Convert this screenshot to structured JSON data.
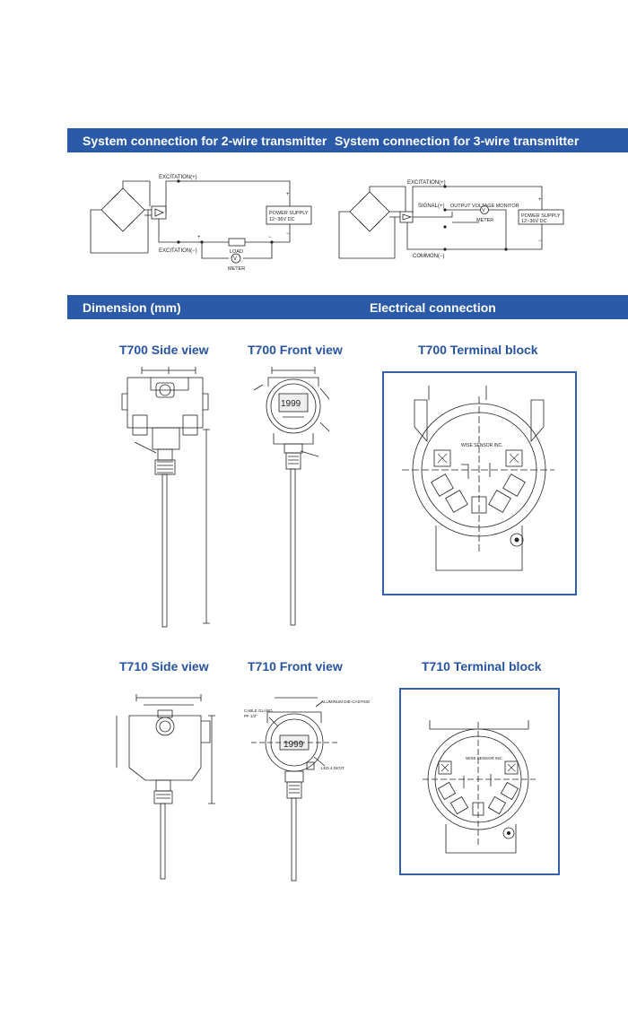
{
  "headers": {
    "two_wire": "System connection for 2-wire transmitter",
    "three_wire": "System connection for 3-wire transmitter",
    "dimension": "Dimension (mm)",
    "electrical": "Electrical connection"
  },
  "wiring_2wire": {
    "excitation_pos": "EXCITATION(+)",
    "excitation_neg": "EXCITATION(−)",
    "power_supply_1": "POWER SUPPLY",
    "power_supply_2": "12~36V DC",
    "load": "LOAD",
    "meter": "METER",
    "meter_symbol": "V",
    "plus": "+",
    "minus": "−"
  },
  "wiring_3wire": {
    "excitation_pos": "EXCITATION(+)",
    "signal_pos": "SIGNAL(+)",
    "output_monitor": "OUTPUT VOLTAGE MONITOR",
    "meter": "METER",
    "meter_symbol": "V",
    "common_neg": "COMMON(−)",
    "power_supply_1": "POWER SUPPLY",
    "power_supply_2": "12~36V DC",
    "plus": "+",
    "minus": "−"
  },
  "views": {
    "t700_side": "T700 Side view",
    "t700_front": "T700 Front view",
    "t700_terminal": "T700 Terminal block",
    "t710_side": "T710 Side view",
    "t710_front": "T710 Front view",
    "t710_terminal": "T710 Terminal block"
  },
  "drawing_labels": {
    "display_value": "1999",
    "aluminum_die_casting": "ALUMINUM DIE-CASTING",
    "cable_gland_1": "CABLE GLAND",
    "cable_gland_2": "PF 1/2\"",
    "led_4digit": "LED 4 DIGIT",
    "wise_sensor": "WISE SENSOR INC."
  },
  "colors": {
    "header_bar": "#2a5aa8",
    "title_blue": "#2753a3",
    "frame_blue": "#3560ad",
    "line": "#222222"
  }
}
